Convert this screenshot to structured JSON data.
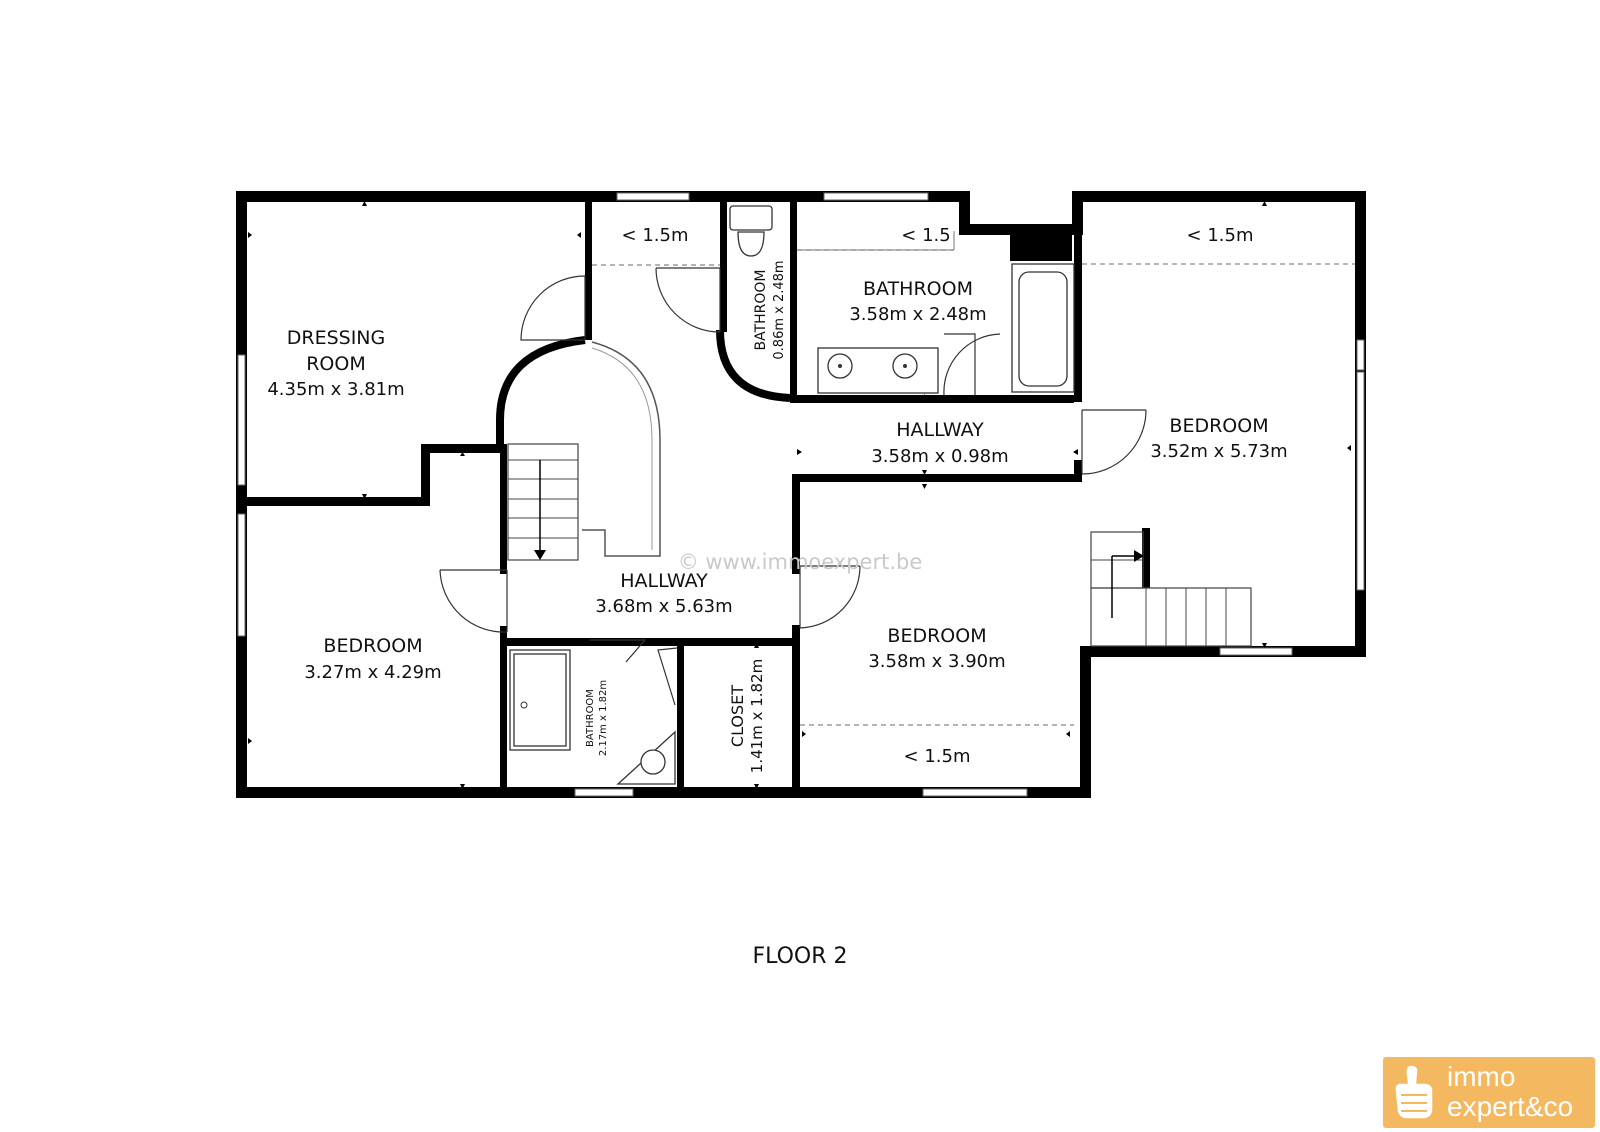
{
  "watermark": "© www.immoexpert.be",
  "floor_label": "FLOOR 2",
  "rooms": {
    "dressing": {
      "name_line1": "DRESSING",
      "name_line2": "ROOM",
      "dims": "4.35m x 3.81m"
    },
    "bedroom_left": {
      "name": "BEDROOM",
      "dims": "3.27m x 4.29m"
    },
    "hallway_main": {
      "name": "HALLWAY",
      "dims": "3.68m x 5.63m"
    },
    "bathroom_small_top": {
      "name": "BATHROOM",
      "dims": "0.86m x 2.48m"
    },
    "bathroom_top": {
      "name": "BATHROOM",
      "dims": "3.58m x 2.48m"
    },
    "hallway_top": {
      "name": "HALLWAY",
      "dims": "3.58m x 0.98m"
    },
    "bedroom_right": {
      "name": "BEDROOM",
      "dims": "3.52m x 5.73m"
    },
    "bedroom_mid": {
      "name": "BEDROOM",
      "dims": "3.58m x 3.90m"
    },
    "bathroom_bottom": {
      "name": "BATHROOM",
      "dims": "2.17m x 1.82m"
    },
    "closet": {
      "name": "CLOSET",
      "dims": "1.41m x 1.82m"
    }
  },
  "low_ceiling_notes": {
    "top_hall": "< 1.5m",
    "top_bath": "< 1.5",
    "right_bed": "< 1.5m",
    "mid_bed": "< 1.5m"
  },
  "logo": {
    "line1": "immo",
    "line2": "expert&co"
  }
}
